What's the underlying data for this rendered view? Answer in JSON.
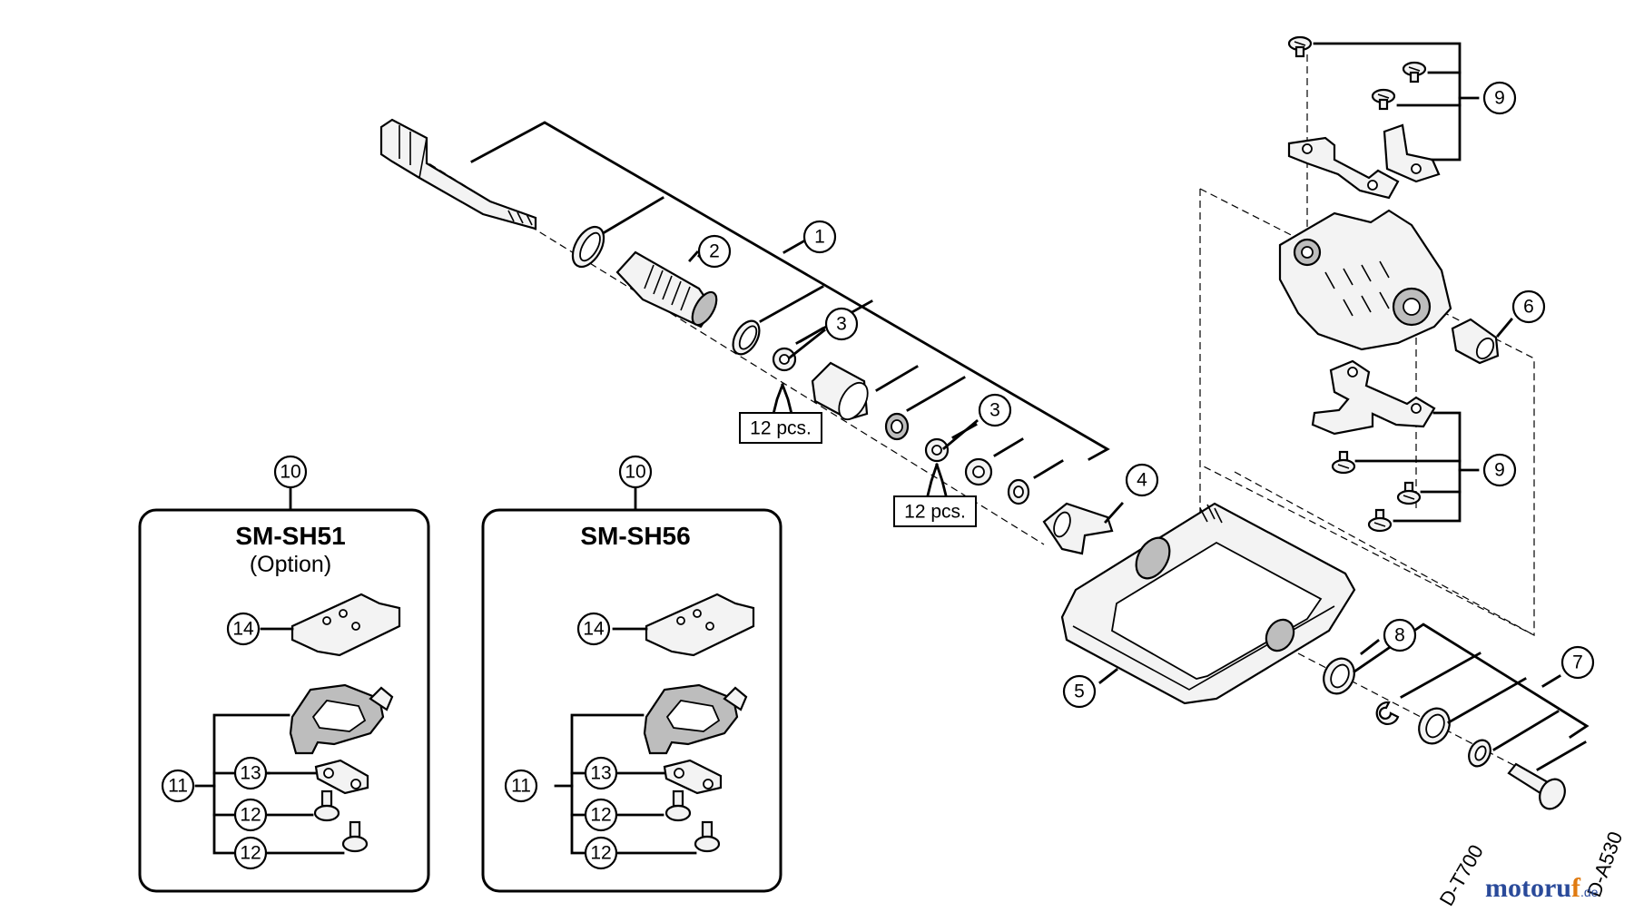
{
  "callouts": [
    {
      "id": "c1",
      "label": "1"
    },
    {
      "id": "c2",
      "label": "2"
    },
    {
      "id": "c3a",
      "label": "3"
    },
    {
      "id": "c3b",
      "label": "3"
    },
    {
      "id": "c4",
      "label": "4"
    },
    {
      "id": "c5",
      "label": "5"
    },
    {
      "id": "c6",
      "label": "6"
    },
    {
      "id": "c7",
      "label": "7"
    },
    {
      "id": "c8",
      "label": "8"
    },
    {
      "id": "c9a",
      "label": "9"
    },
    {
      "id": "c9b",
      "label": "9"
    },
    {
      "id": "c10a",
      "label": "10"
    },
    {
      "id": "c10b",
      "label": "10"
    },
    {
      "id": "c11a",
      "label": "11"
    },
    {
      "id": "c11b",
      "label": "11"
    },
    {
      "id": "c12a",
      "label": "12"
    },
    {
      "id": "c12b",
      "label": "12"
    },
    {
      "id": "c12c",
      "label": "12"
    },
    {
      "id": "c12d",
      "label": "12"
    },
    {
      "id": "c13a",
      "label": "13"
    },
    {
      "id": "c13b",
      "label": "13"
    },
    {
      "id": "c14a",
      "label": "14"
    },
    {
      "id": "c14b",
      "label": "14"
    }
  ],
  "quantity_labels": [
    "12 pcs.",
    "12 pcs."
  ],
  "cleat_boxes": [
    {
      "title": "SM-SH51",
      "subtitle": "(Option)"
    },
    {
      "title": "SM-SH56",
      "subtitle": ""
    }
  ],
  "edge_codes": [
    "D-T700",
    "D-A530"
  ],
  "watermark": {
    "main": "motoru",
    "accent": "f",
    "suffix": ".de"
  },
  "colors": {
    "line": "#000000",
    "background": "#ffffff",
    "watermark_blue": "#2a4a9a",
    "watermark_orange": "#e07a10"
  }
}
